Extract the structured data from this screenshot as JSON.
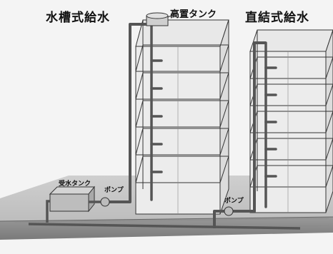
{
  "diagram": {
    "left_title": "水槽式給水",
    "right_title": "直結式給水",
    "labels": {
      "elevated_tank": "高置タンク",
      "receiving_tank": "受水タンク",
      "pump_left": "ポンプ",
      "pump_right": "ポンプ"
    },
    "colors": {
      "ground": "#d6d6d6",
      "pipe": "#555555",
      "building_line": "#333333"
    }
  }
}
